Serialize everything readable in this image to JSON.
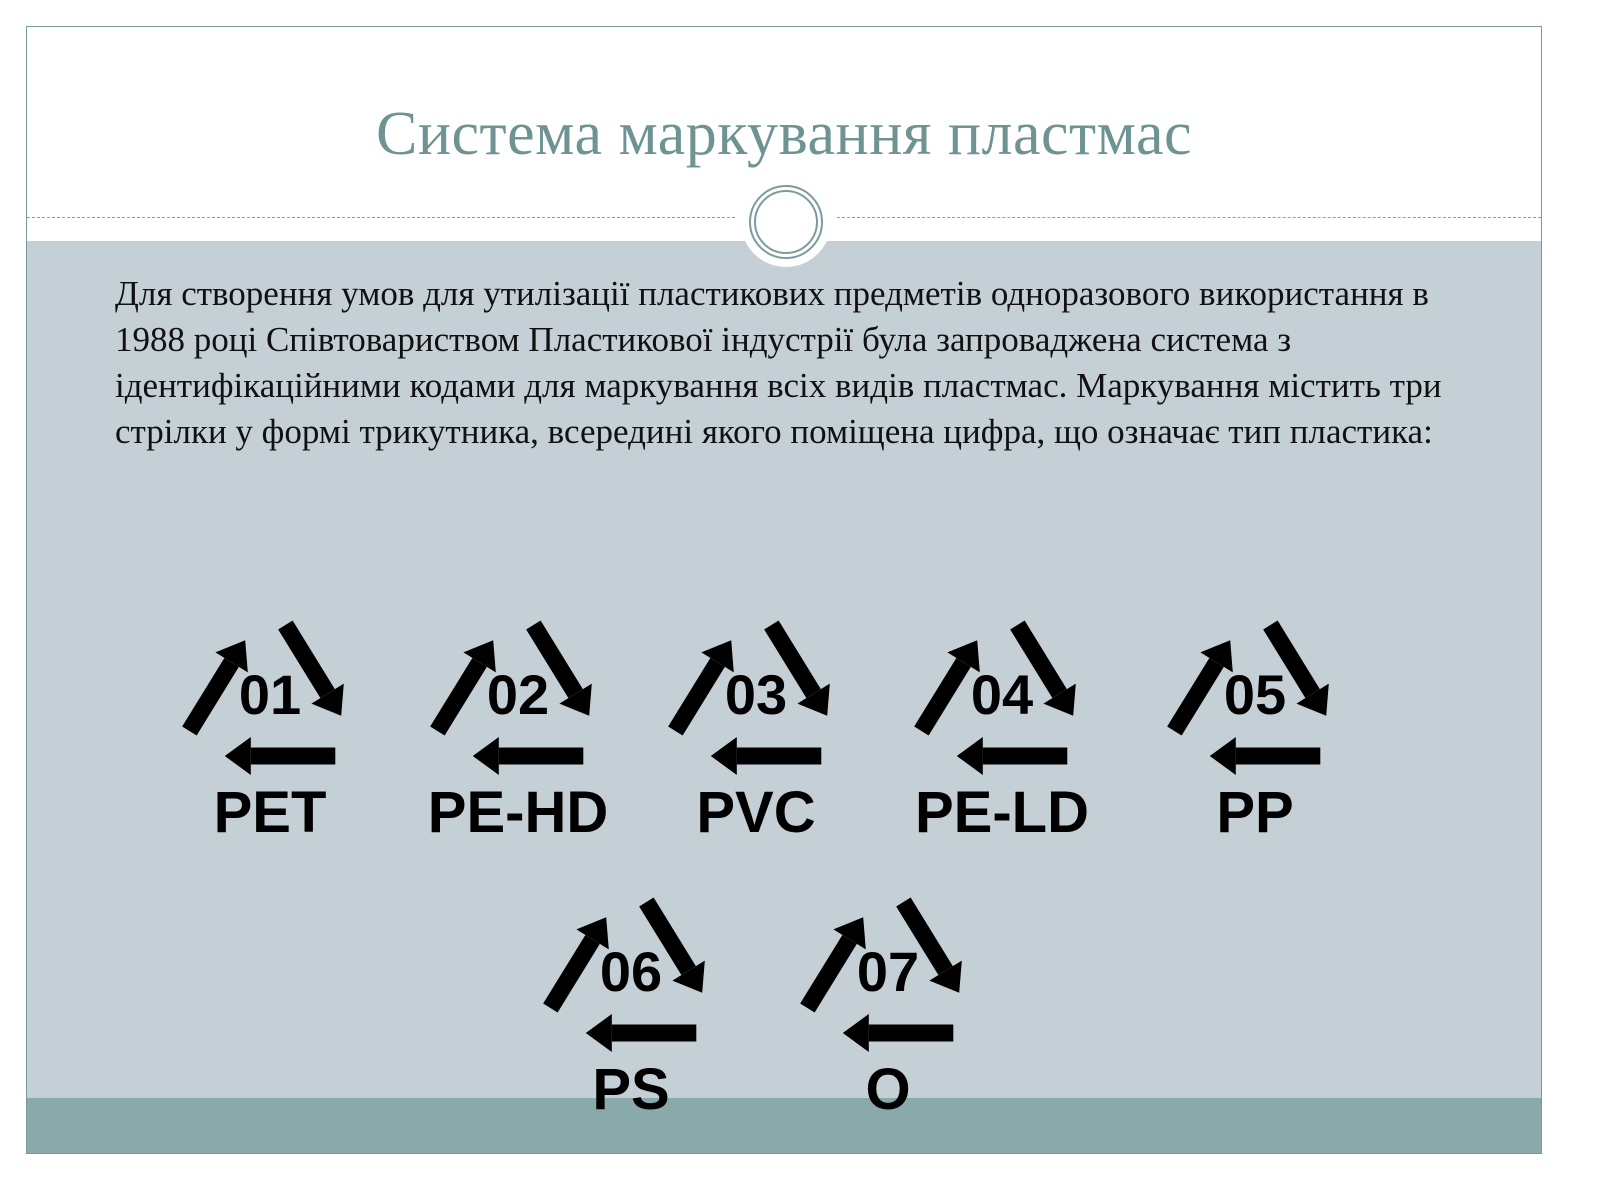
{
  "slide": {
    "title": "Система маркування пластмас",
    "body": "Для створення умов для утилізації пластикових предметів одноразового використання в 1988 році Співтовариством Пластикової індустрії була запроваджена система з ідентифікаційними кодами для маркування всіх видів пластмас. Маркування містить три стрілки у формі трикутника, всередині якого поміщена цифра, що означає тип пластика:"
  },
  "recycling_codes": [
    {
      "number": "01",
      "label": "PET"
    },
    {
      "number": "02",
      "label": "PE-HD"
    },
    {
      "number": "03",
      "label": "PVC"
    },
    {
      "number": "04",
      "label": "PE-LD"
    },
    {
      "number": "05",
      "label": "PP"
    },
    {
      "number": "06",
      "label": "PS"
    },
    {
      "number": "07",
      "label": "O"
    }
  ],
  "colors": {
    "title": "#6f9393",
    "content_background": "#c4d0d6",
    "footer_bar": "#8aa9ab",
    "symbol": "#000000"
  },
  "icons": {
    "header_ornament": "double-circle-icon",
    "code_symbol": "recycling-triangle-icon"
  }
}
